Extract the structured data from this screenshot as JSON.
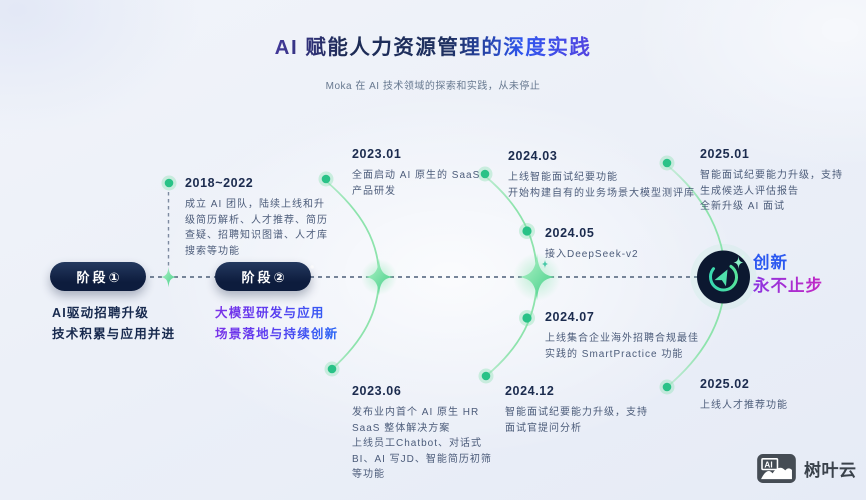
{
  "header": {
    "title": "AI 赋能人力资源管理的深度实践",
    "subtitle": "Moka 在 AI 技术领域的探索和实践，从未停止"
  },
  "stages": [
    {
      "badge": "阶段①",
      "desc": "AI驱动招聘升级\n技术积累与应用并进"
    },
    {
      "badge": "阶段②",
      "desc": "大模型研发与应用\n场景落地与持续创新"
    }
  ],
  "milestones": [
    {
      "date": "2018~2022",
      "desc": "成立 AI 团队，陆续上线和升\n级简历解析、人才推荐、简历\n查疑、招聘知识图谱、人才库\n搜索等功能"
    },
    {
      "date": "2023.01",
      "desc": "全面启动 AI 原生的 SaaS\n产品研发"
    },
    {
      "date": "2023.06",
      "desc": "发布业内首个 AI 原生 HR\nSaaS 整体解决方案\n上线员工Chatbot、对话式\nBI、AI 写JD、智能简历初筛\n等功能"
    },
    {
      "date": "2024.03",
      "desc": "上线智能面试纪要功能\n开始构建自有的业务场景大模型测评库"
    },
    {
      "date": "2024.05",
      "desc": "接入DeepSeek-v2"
    },
    {
      "date": "2024.07",
      "desc": "上线集合企业海外招聘合规最佳\n实践的 SmartPractice 功能"
    },
    {
      "date": "2024.12",
      "desc": "智能面试纪要能力升级，支持\n面试官提问分析"
    },
    {
      "date": "2025.01",
      "desc": "智能面试纪要能力升级，支持\n生成候选人评估报告\n全新升级 AI 面试"
    },
    {
      "date": "2025.02",
      "desc": "上线人才推荐功能"
    }
  ],
  "ending": {
    "line1": "创新",
    "line2": "永不止步"
  },
  "brand": {
    "icon_label": "AI",
    "name": "树叶云"
  },
  "colors": {
    "accent_green": "#3bcc83",
    "navy": "#0d1c3d",
    "blue": "#2e56ee",
    "purple": "#8a35e0",
    "magenta": "#c427c4",
    "dash_gray": "#64748b"
  }
}
